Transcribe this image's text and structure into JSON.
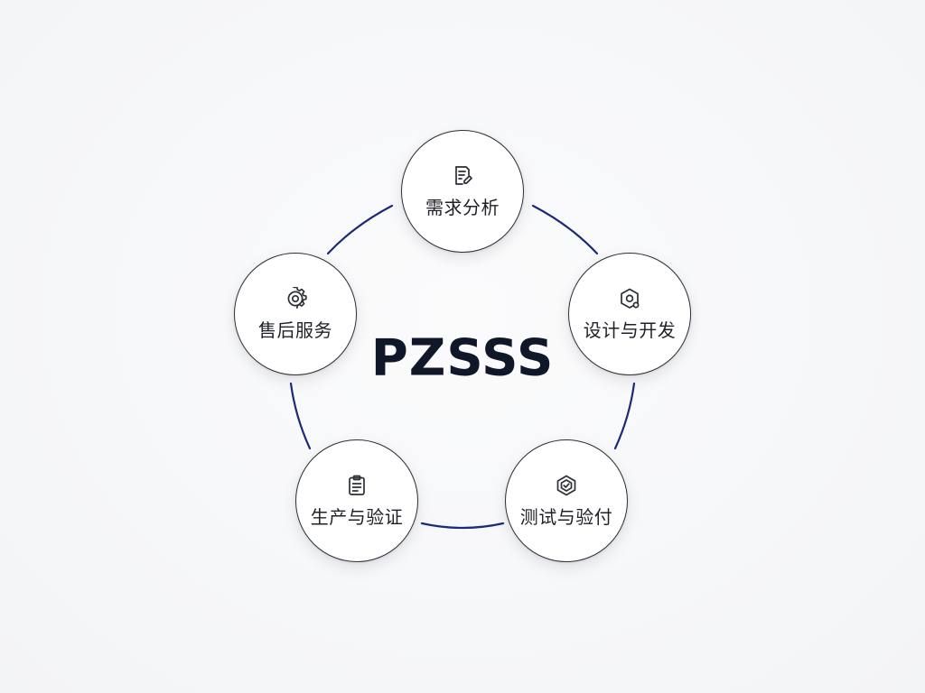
{
  "center": {
    "title": "PZSSS"
  },
  "colors": {
    "ring": "#1c2a7a",
    "node_border": "#2b2f36",
    "title": "#101729",
    "text": "#1e2128"
  },
  "nodes": [
    {
      "label": "需求分析",
      "icon": "document-edit-icon"
    },
    {
      "label": "设计与开发",
      "icon": "hexagon-gear-icon"
    },
    {
      "label": "测试与验付",
      "icon": "verified-shield-icon"
    },
    {
      "label": "生产与验证",
      "icon": "clipboard-icon"
    },
    {
      "label": "售后服务",
      "icon": "gear-icon"
    }
  ]
}
